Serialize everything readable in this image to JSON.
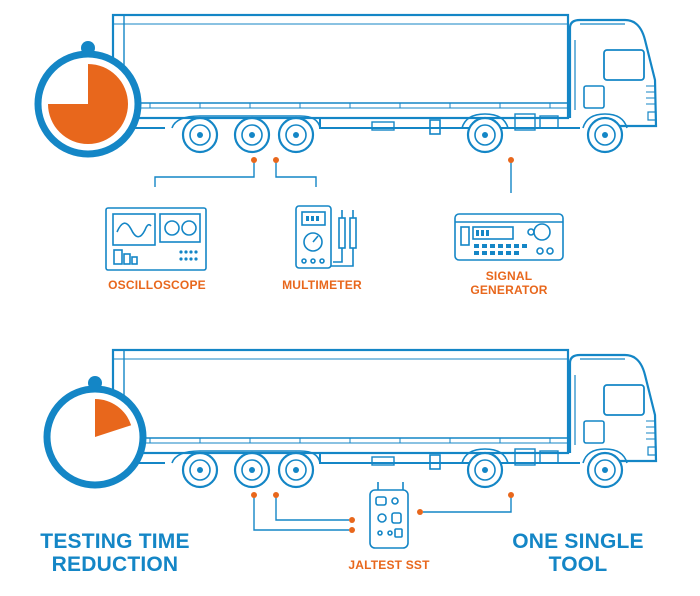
{
  "colors": {
    "blue": "#1486c6",
    "orange": "#e8671c",
    "white": "#ffffff"
  },
  "diagram_top": {
    "tools": [
      {
        "label": "OSCILLOSCOPE",
        "icon": "oscilloscope-icon"
      },
      {
        "label": "MULTIMETER",
        "icon": "multimeter-icon"
      },
      {
        "label_line1": "SIGNAL",
        "label_line2": "GENERATOR",
        "icon": "signal-generator-icon"
      }
    ],
    "timer_fill_fraction": 0.75
  },
  "diagram_bottom": {
    "tool": {
      "label": "JALTEST SST",
      "icon": "jaltest-sst-device-icon"
    },
    "timer_fill_fraction": 0.2
  },
  "captions": {
    "left_line1": "TESTING TIME",
    "left_line2": "REDUCTION",
    "right_line1": "ONE SINGLE",
    "right_line2": "TOOL"
  }
}
